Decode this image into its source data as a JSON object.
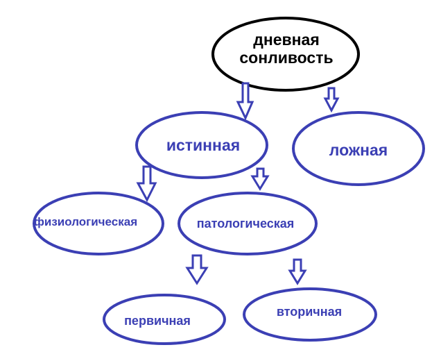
{
  "colors": {
    "root_outline": "#000000",
    "root_text": "#000000",
    "outline": "#3b3fb4",
    "text": "#3b3fb4",
    "background": "#ffffff"
  },
  "nodes": {
    "root": {
      "label": "дневная\nсонливость"
    },
    "true": {
      "label": "истинная"
    },
    "false": {
      "label": "ложная"
    },
    "physiological": {
      "label": "физиологическая"
    },
    "pathological": {
      "label": "патологическая"
    },
    "primary": {
      "label": "первичная"
    },
    "secondary": {
      "label": "вторичная"
    }
  }
}
